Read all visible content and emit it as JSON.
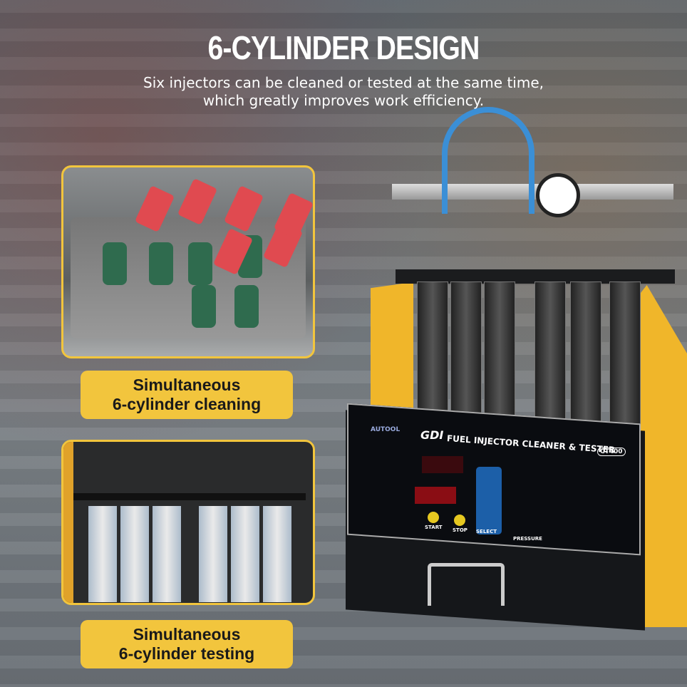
{
  "header": {
    "title": "6-CYLINDER DESIGN",
    "subtitle_line1": "Six injectors can be cleaned or tested at the same time,",
    "subtitle_line2": "which greatly improves work efficiency."
  },
  "callouts": [
    {
      "label_line1": "Simultaneous",
      "label_line2": "6-cylinder cleaning"
    },
    {
      "label_line1": "Simultaneous",
      "label_line2": "6-cylinder testing"
    }
  ],
  "machine": {
    "brand": "AUTOOL",
    "model_prefix": "GDI",
    "title": "FUEL INJECTOR CLEANER & TESTER",
    "model": "CT400",
    "button_start": "START",
    "button_stop": "STOP",
    "button_select": "SELECT",
    "pressure_label": "PRESSURE",
    "colors": {
      "body": "#f0b62a",
      "accent": "#f2c53d",
      "panel": "#0a0c10",
      "display": "#e0202a"
    }
  }
}
